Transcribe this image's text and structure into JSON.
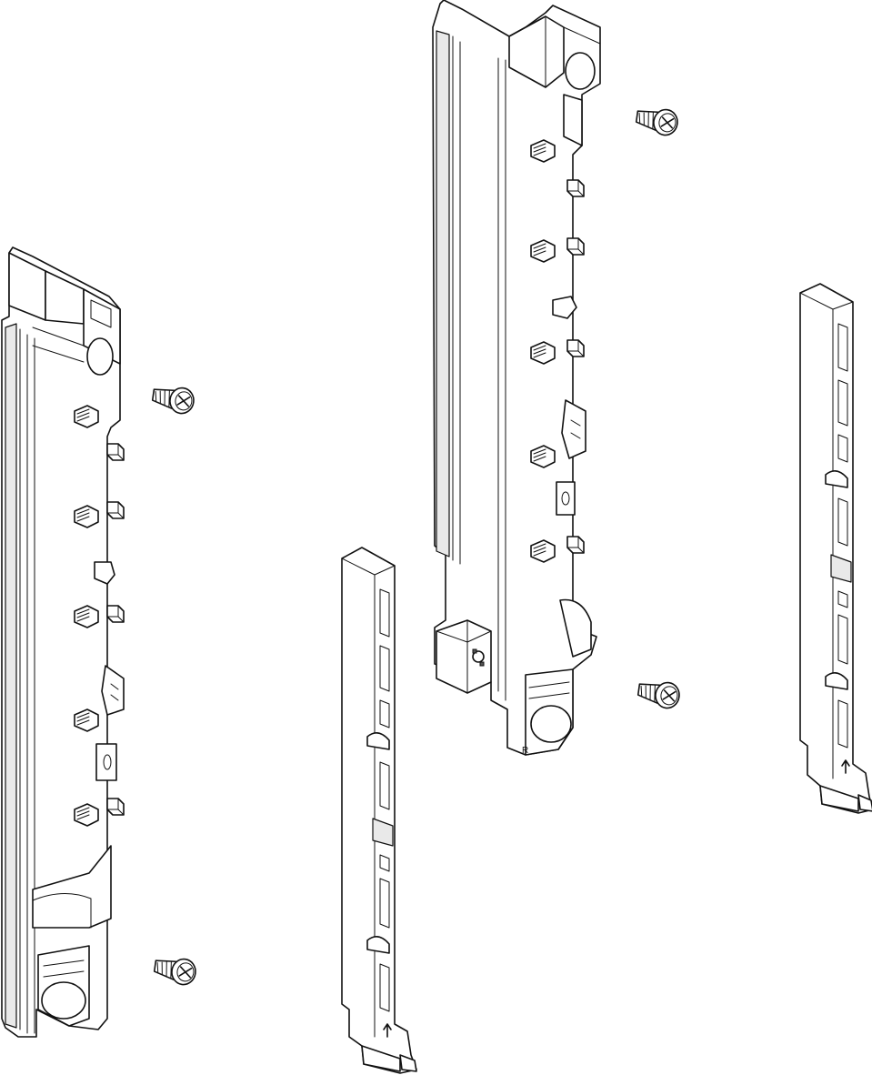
{
  "figure": {
    "marks": {
      "rail_center_mark": "R"
    },
    "parts": [
      {
        "id": "rail-left",
        "icon": "long-mounting-rail"
      },
      {
        "id": "rail-center",
        "icon": "long-mounting-rail"
      },
      {
        "id": "strip-center",
        "icon": "narrow-guide-strip"
      },
      {
        "id": "strip-right",
        "icon": "narrow-guide-strip"
      },
      {
        "id": "screw-1",
        "icon": "pan-head-screw"
      },
      {
        "id": "screw-2",
        "icon": "pan-head-screw"
      },
      {
        "id": "screw-3",
        "icon": "pan-head-screw"
      },
      {
        "id": "screw-4",
        "icon": "pan-head-screw"
      }
    ],
    "colors": {
      "line": "#111111",
      "fill": "#ffffff",
      "shade": "#e9e9e9"
    }
  }
}
